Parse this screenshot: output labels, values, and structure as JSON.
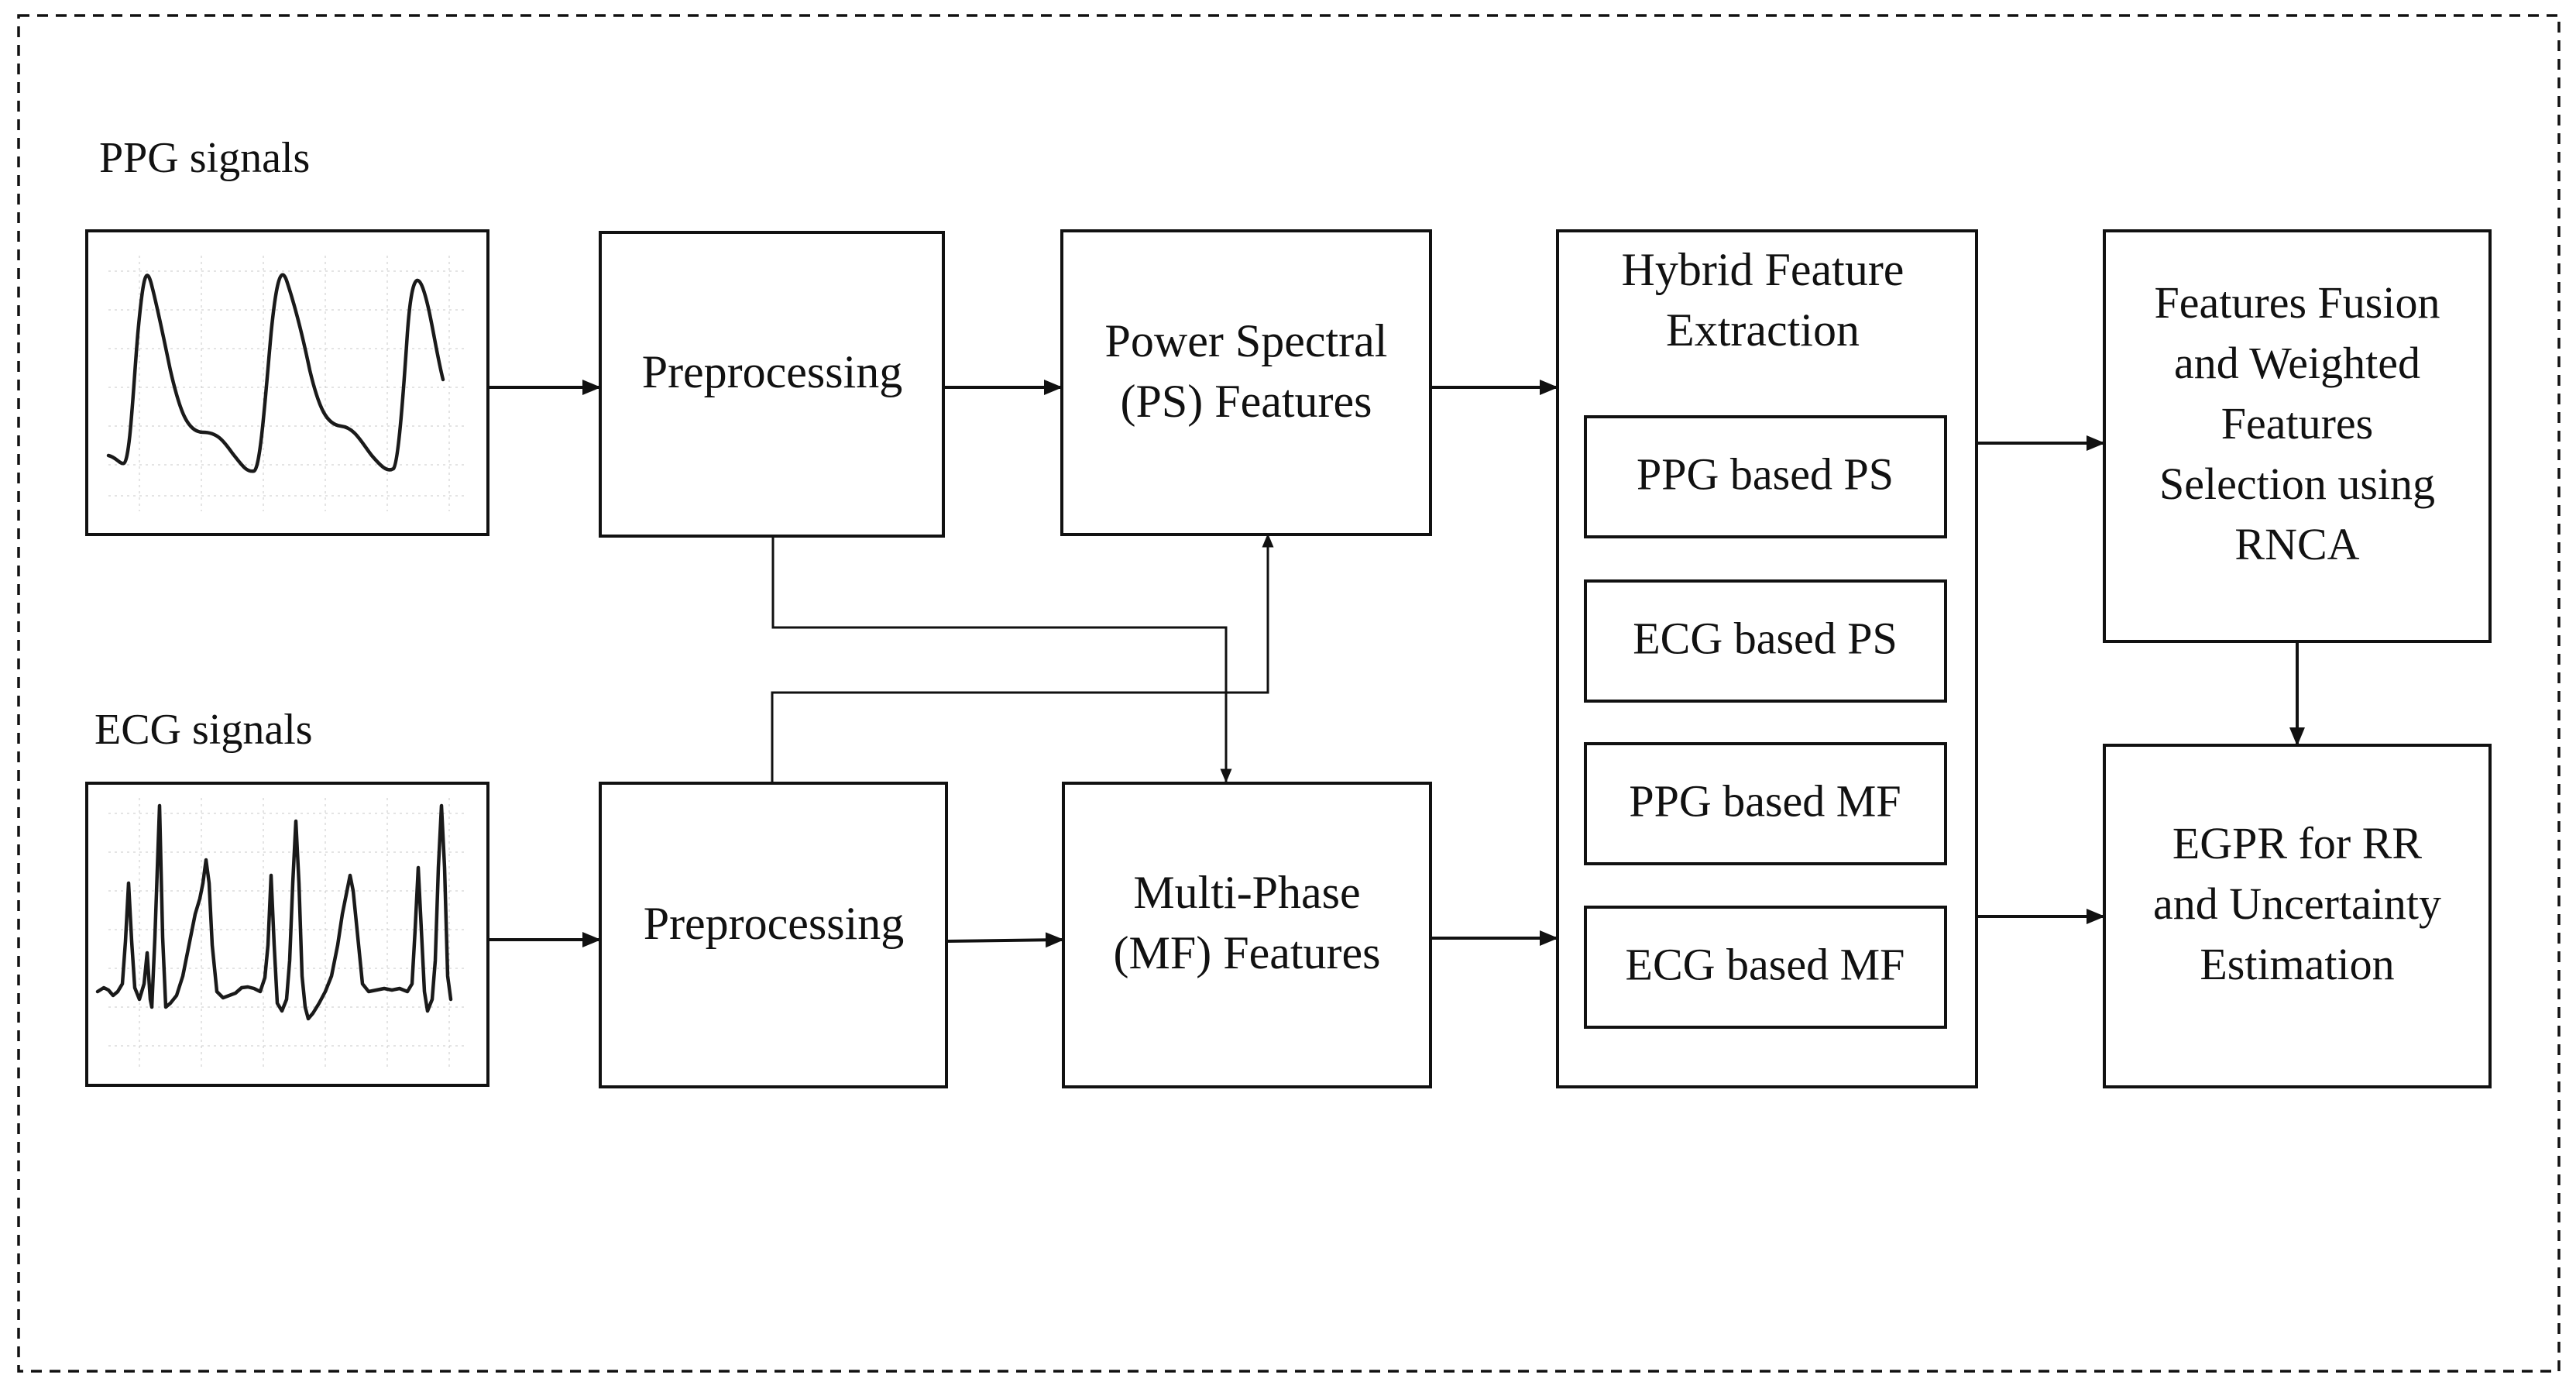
{
  "inputs": {
    "ppg_label": "PPG signals",
    "ecg_label": "ECG signals",
    "ppg_thumbnail_icon": "ppg-waveform-icon",
    "ecg_thumbnail_icon": "ecg-waveform-icon"
  },
  "stages": {
    "preprocessing_top": [
      "Preprocessing"
    ],
    "preprocessing_bottom": [
      "Preprocessing"
    ],
    "ps_features": [
      "Power Spectral",
      "(PS) Features"
    ],
    "mf_features": [
      "Multi-Phase",
      "(MF) Features"
    ],
    "hybrid": {
      "title": [
        "Hybrid Feature",
        "Extraction"
      ],
      "items": [
        "PPG based PS",
        "ECG based PS",
        "PPG based MF",
        "ECG based MF"
      ]
    },
    "fusion": [
      "Features Fusion",
      "and Weighted",
      "Features",
      "Selection using",
      "RNCA"
    ],
    "egpr": [
      "EGPR for RR",
      "and Uncertainty",
      "Estimation"
    ]
  },
  "colors": {
    "line": "#111111",
    "background": "#ffffff",
    "grid": "#c8c8c8"
  }
}
